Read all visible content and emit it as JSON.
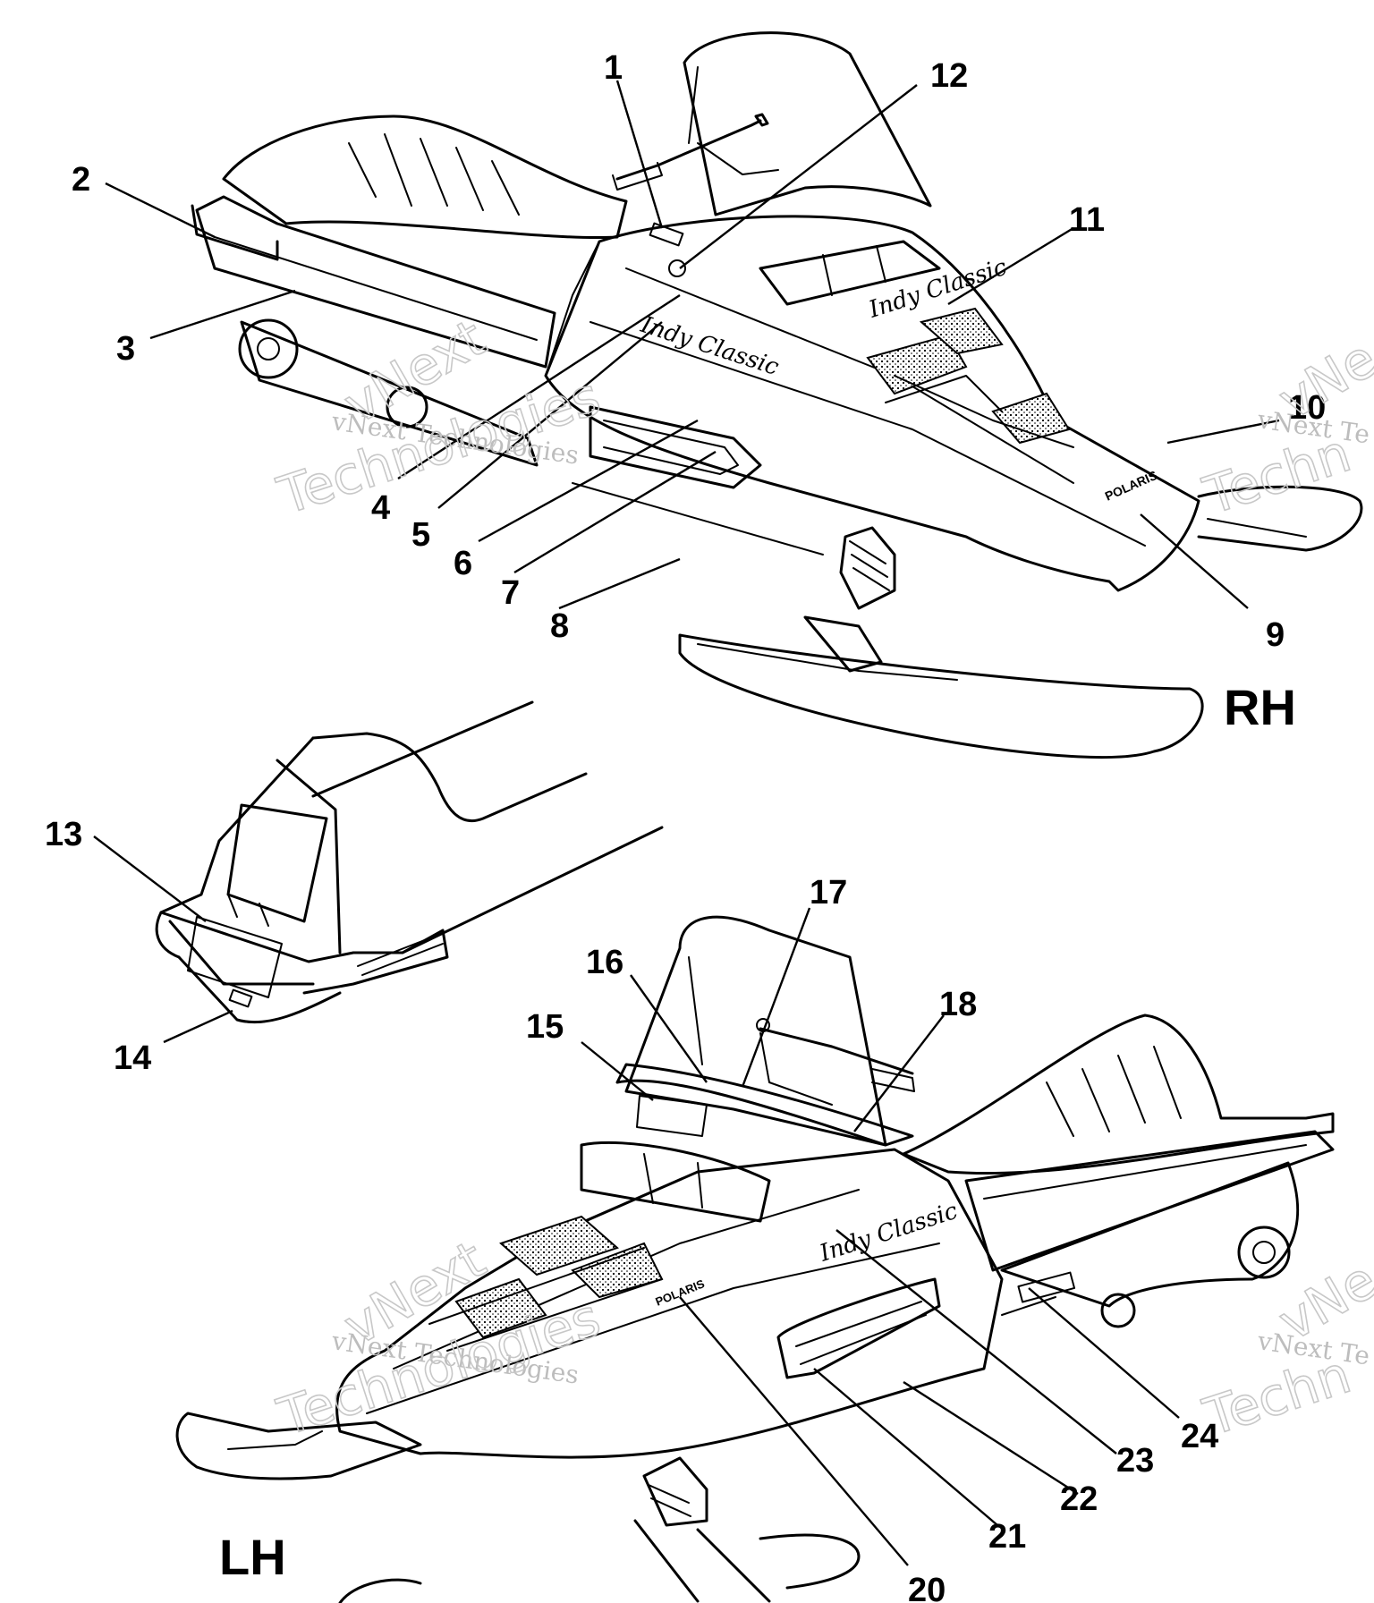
{
  "diagram": {
    "side_labels": {
      "right": "RH",
      "left": "LH"
    },
    "callouts": [
      {
        "id": "1",
        "label": "1"
      },
      {
        "id": "2",
        "label": "2"
      },
      {
        "id": "3",
        "label": "3"
      },
      {
        "id": "4",
        "label": "4"
      },
      {
        "id": "5",
        "label": "5"
      },
      {
        "id": "6",
        "label": "6"
      },
      {
        "id": "7",
        "label": "7"
      },
      {
        "id": "8",
        "label": "8"
      },
      {
        "id": "9",
        "label": "9"
      },
      {
        "id": "10",
        "label": "10"
      },
      {
        "id": "11",
        "label": "11"
      },
      {
        "id": "12",
        "label": "12"
      },
      {
        "id": "13",
        "label": "13"
      },
      {
        "id": "14",
        "label": "14"
      },
      {
        "id": "15",
        "label": "15"
      },
      {
        "id": "16",
        "label": "16"
      },
      {
        "id": "17",
        "label": "17"
      },
      {
        "id": "18",
        "label": "18"
      },
      {
        "id": "20",
        "label": "20"
      },
      {
        "id": "21",
        "label": "21"
      },
      {
        "id": "22",
        "label": "22"
      },
      {
        "id": "23",
        "label": "23"
      },
      {
        "id": "24",
        "label": "24"
      }
    ],
    "decal_text": {
      "indy_classic": "Indy Classic",
      "brand": "POLARIS"
    },
    "watermark": {
      "line1": "vNext Technologies",
      "big1": "vNext",
      "big2": "Technologies",
      "edge_small": "vNext Te",
      "edge_big1": "vNe",
      "edge_big2": "Techn"
    }
  }
}
